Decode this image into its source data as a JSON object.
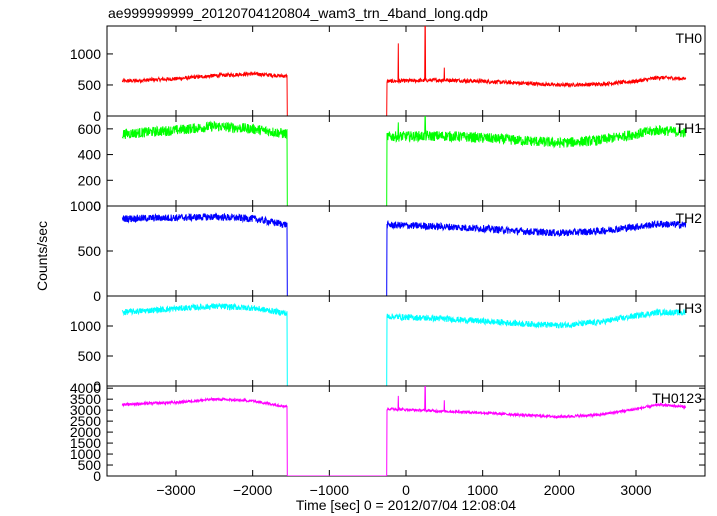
{
  "chart_data": {
    "type": "line",
    "title": "ae999999999_20120704120804_wam3_trn_4band_long.qdp",
    "xlabel": "Time [sec] 0 = 2012/07/04 12:08:04",
    "ylabel": "Counts/sec",
    "xlim": [
      -3900,
      3900
    ],
    "x_ticks": [
      -3000,
      -2000,
      -1000,
      0,
      1000,
      2000,
      3000
    ],
    "x_tick_labels": [
      "−3000",
      "−2000",
      "−1000",
      "0",
      "1000",
      "2000",
      "3000"
    ],
    "grid": false,
    "legend": "none",
    "gap": [
      -1550,
      -250
    ],
    "panels": [
      {
        "name": "TH0",
        "color": "#ff0000",
        "ylim": [
          0,
          1450
        ],
        "yticks": [
          0,
          500,
          1000
        ],
        "baseline": [
          [
            -3700,
            560
          ],
          [
            -3000,
            600
          ],
          [
            -2500,
            650
          ],
          [
            -2000,
            680
          ],
          [
            -1550,
            640
          ],
          [
            -250,
            560
          ],
          [
            500,
            580
          ],
          [
            1000,
            560
          ],
          [
            1500,
            530
          ],
          [
            2000,
            500
          ],
          [
            2500,
            510
          ],
          [
            3000,
            560
          ],
          [
            3300,
            620
          ],
          [
            3650,
            600
          ]
        ],
        "noise": 30,
        "gap_level": 0,
        "spikes": [
          [
            -100,
            1170
          ],
          [
            250,
            1450
          ],
          [
            500,
            780
          ]
        ]
      },
      {
        "name": "TH1",
        "color": "#00ff00",
        "ylim": [
          0,
          700
        ],
        "yticks": [
          0,
          200,
          400,
          600
        ],
        "baseline": [
          [
            -3700,
            560
          ],
          [
            -3000,
            590
          ],
          [
            -2500,
            620
          ],
          [
            -2000,
            600
          ],
          [
            -1550,
            560
          ],
          [
            -250,
            540
          ],
          [
            500,
            545
          ],
          [
            1000,
            530
          ],
          [
            1500,
            510
          ],
          [
            2000,
            490
          ],
          [
            2500,
            510
          ],
          [
            3000,
            560
          ],
          [
            3300,
            590
          ],
          [
            3650,
            570
          ]
        ],
        "noise": 40,
        "gap_level": 0,
        "spikes": [
          [
            -100,
            650
          ],
          [
            250,
            700
          ]
        ]
      },
      {
        "name": "TH2",
        "color": "#0000ff",
        "ylim": [
          0,
          1000
        ],
        "yticks": [
          0,
          500,
          1000
        ],
        "baseline": [
          [
            -3700,
            860
          ],
          [
            -3000,
            870
          ],
          [
            -2500,
            880
          ],
          [
            -2000,
            860
          ],
          [
            -1550,
            790
          ],
          [
            -250,
            790
          ],
          [
            500,
            770
          ],
          [
            1000,
            750
          ],
          [
            1500,
            720
          ],
          [
            2000,
            700
          ],
          [
            2500,
            720
          ],
          [
            3000,
            770
          ],
          [
            3300,
            800
          ],
          [
            3650,
            790
          ]
        ],
        "noise": 40,
        "gap_level": 0,
        "spikes": []
      },
      {
        "name": "TH3",
        "color": "#00ffff",
        "ylim": [
          0,
          1500
        ],
        "yticks": [
          0,
          500,
          1000
        ],
        "baseline": [
          [
            -3700,
            1230
          ],
          [
            -3000,
            1290
          ],
          [
            -2500,
            1330
          ],
          [
            -2000,
            1300
          ],
          [
            -1550,
            1210
          ],
          [
            -250,
            1160
          ],
          [
            500,
            1120
          ],
          [
            1000,
            1080
          ],
          [
            1500,
            1040
          ],
          [
            2000,
            1010
          ],
          [
            2500,
            1060
          ],
          [
            3000,
            1170
          ],
          [
            3300,
            1230
          ],
          [
            3650,
            1220
          ]
        ],
        "noise": 50,
        "gap_level": 0,
        "spikes": []
      },
      {
        "name": "TH0123",
        "color": "#ff00ff",
        "ylim": [
          0,
          4100
        ],
        "yticks": [
          0,
          500,
          1000,
          1500,
          2000,
          2500,
          3000,
          3500,
          4000
        ],
        "baseline": [
          [
            -3700,
            3260
          ],
          [
            -3000,
            3350
          ],
          [
            -2500,
            3500
          ],
          [
            -2000,
            3420
          ],
          [
            -1550,
            3160
          ],
          [
            -250,
            3060
          ],
          [
            500,
            2950
          ],
          [
            1000,
            2880
          ],
          [
            1500,
            2780
          ],
          [
            2000,
            2700
          ],
          [
            2500,
            2780
          ],
          [
            3000,
            3050
          ],
          [
            3300,
            3250
          ],
          [
            3650,
            3150
          ]
        ],
        "noise": 60,
        "gap_level": 0,
        "spikes": [
          [
            -100,
            3650
          ],
          [
            250,
            4100
          ],
          [
            500,
            3450
          ]
        ]
      }
    ]
  }
}
